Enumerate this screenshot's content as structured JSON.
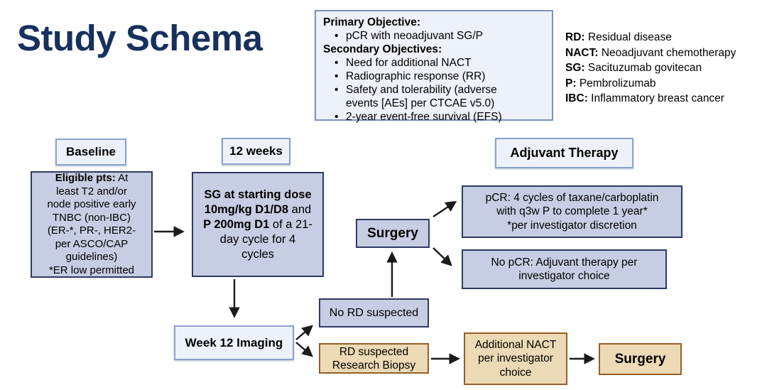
{
  "title": "Study Schema",
  "objectives_box": {
    "primary_heading": "Primary Objective:",
    "primary_bullets": [
      "pCR with neoadjuvant SG/P"
    ],
    "secondary_heading": "Secondary Objectives:",
    "secondary_bullets": [
      "Need for additional NACT",
      "Radiographic response (RR)",
      "Safety and tolerability (adverse\nevents [AEs] per CTCAE v5.0)",
      "2-year event-free survival (EFS)"
    ]
  },
  "legend": {
    "items": [
      {
        "abbr": "RD:",
        "text": "Residual disease"
      },
      {
        "abbr": "NACT:",
        "text": "Neoadjuvant chemotherapy"
      },
      {
        "abbr": "SG:",
        "text": "Sacituzumab govitecan"
      },
      {
        "abbr": "P:",
        "text": "Pembrolizumab"
      },
      {
        "abbr": "IBC:",
        "text": "Inflammatory breast cancer"
      }
    ]
  },
  "stage_labels": {
    "baseline": "Baseline",
    "twelve_weeks": "12 weeks",
    "adjuvant_therapy": "Adjuvant Therapy"
  },
  "flow": {
    "eligible": {
      "bold": "Eligible pts:",
      "rest": " At\nleast T2 and/or\nnode positive early\nTNBC (non-IBC)\n(ER-*, PR-, HER2-\nper ASCO/CAP\nguidelines)\n*ER low permitted"
    },
    "treatment": {
      "bold1": "SG at starting dose 10mg/kg D1/D8",
      "mid": " and ",
      "bold2": "P 200mg D1",
      "rest": " of a 21-day cycle for 4 cycles"
    },
    "surgery_main": "Surgery",
    "pcr": "pCR: 4 cycles of taxane/carboplatin\nwith q3w P to complete 1 year*\n*per investigator discretion",
    "no_pcr": "No pCR: Adjuvant therapy per\ninvestigator choice",
    "week12_imaging": "Week 12 Imaging",
    "no_rd": "No RD suspected",
    "rd_suspected": "RD suspected\nResearch Biopsy",
    "additional_nact": "Additional NACT\nper investigator\nchoice",
    "surgery_rd": "Surgery"
  },
  "colors": {
    "title_navy": "#17305e",
    "lavender_fill": "#c7cde2",
    "lavender_border": "#2e3a62",
    "light_fill": "#edf1f9",
    "light_border": "#8aa2cc",
    "tan_fill": "#ecd9b5",
    "tan_border": "#955f27",
    "arrow": "#1a1a1a"
  }
}
